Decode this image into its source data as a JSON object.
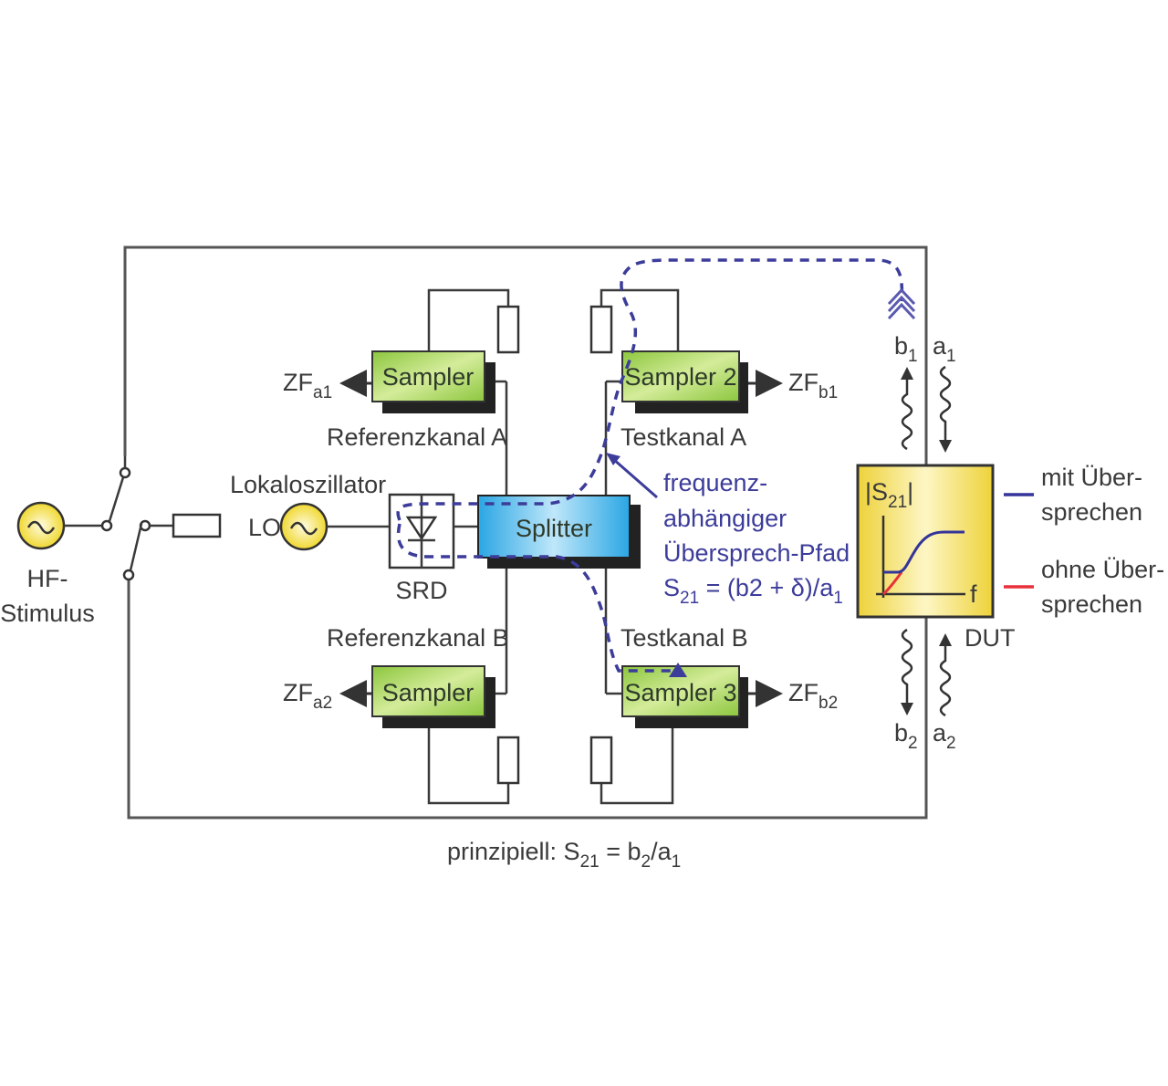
{
  "diagram": {
    "hf_source": {
      "label_line1": "HF-",
      "label_line2": "Stimulus",
      "icon": "sine-source-icon"
    },
    "lo_source": {
      "title": "Lokaloszillator",
      "label": "LO",
      "icon": "sine-source-icon"
    },
    "srd": {
      "label": "SRD",
      "icon": "diode-icon"
    },
    "splitter": {
      "label": "Splitter"
    },
    "samplers": [
      {
        "id": "ref_a",
        "label": "Sampler",
        "channel": "Referenzkanal A",
        "output_main": "ZF",
        "output_sub": "a1"
      },
      {
        "id": "test_a",
        "label": "Sampler 2",
        "channel": "Testkanal A",
        "output_main": "ZF",
        "output_sub": "b1"
      },
      {
        "id": "ref_b",
        "label": "Sampler",
        "channel": "Referenzkanal B",
        "output_main": "ZF",
        "output_sub": "a2"
      },
      {
        "id": "test_b",
        "label": "Sampler 3",
        "channel": "Testkanal B",
        "output_main": "ZF",
        "output_sub": "b2"
      }
    ],
    "crosstalk_note": {
      "line1": "frequenz-",
      "line2": "abhängiger",
      "line3": "Übersprech-Pfad",
      "formula_main": "S",
      "formula_sub": "21",
      "formula_rest": " = (b2 + δ)/a",
      "formula_end_sub": "1"
    },
    "dut": {
      "label": "DUT",
      "plot_title_main": "|S",
      "plot_title_sub": "21",
      "plot_title_end": "|",
      "x_axis_label": "f"
    },
    "waves": {
      "b1": {
        "main": "b",
        "sub": "1"
      },
      "a1": {
        "main": "a",
        "sub": "1"
      },
      "b2": {
        "main": "b",
        "sub": "2"
      },
      "a2": {
        "main": "a",
        "sub": "2"
      }
    },
    "legend": [
      {
        "line1": "mit Über-",
        "line2": "sprechen",
        "color": "#34349a"
      },
      {
        "line1": "ohne Über-",
        "line2": "sprechen",
        "color": "#e8313a"
      }
    ],
    "caption": {
      "prefix": "prinzipiell: S",
      "sub1": "21",
      "middle": " = b",
      "sub2": "2",
      "mid2": "/a",
      "sub3": "1"
    },
    "colors": {
      "sampler_fill": "#9fd14a",
      "splitter_fill": "#3aaee6",
      "dut_fill": "#f2dc4a",
      "source_fill": "#f5e35a",
      "crosstalk": "#3c3c9a"
    }
  }
}
